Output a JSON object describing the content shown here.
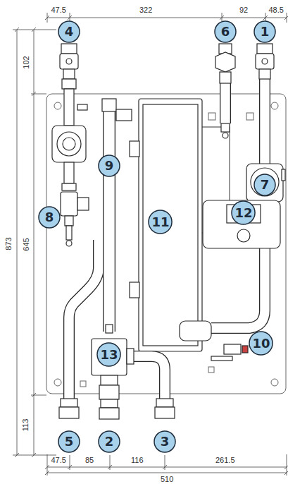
{
  "diagram": {
    "nodes": [
      {
        "text": [
          "4"
        ]
      },
      {
        "text": [
          "6"
        ]
      },
      {
        "text": [
          "1"
        ]
      },
      {
        "text": [
          "9"
        ]
      },
      {
        "text": [
          "8"
        ]
      },
      {
        "text": [
          "7"
        ]
      },
      {
        "text": [
          "11"
        ]
      },
      {
        "text": [
          "12"
        ]
      },
      {
        "text": [
          "10"
        ]
      },
      {
        "text": [
          "13"
        ]
      },
      {
        "text": [
          "5"
        ]
      },
      {
        "text": [
          "2"
        ]
      },
      {
        "text": [
          "3"
        ]
      }
    ],
    "labels": [
      "47.5",
      "322",
      "92",
      "48.5",
      "873",
      "102",
      "645",
      "113",
      "47.5",
      "85",
      "116",
      "261.5",
      "510"
    ]
  }
}
